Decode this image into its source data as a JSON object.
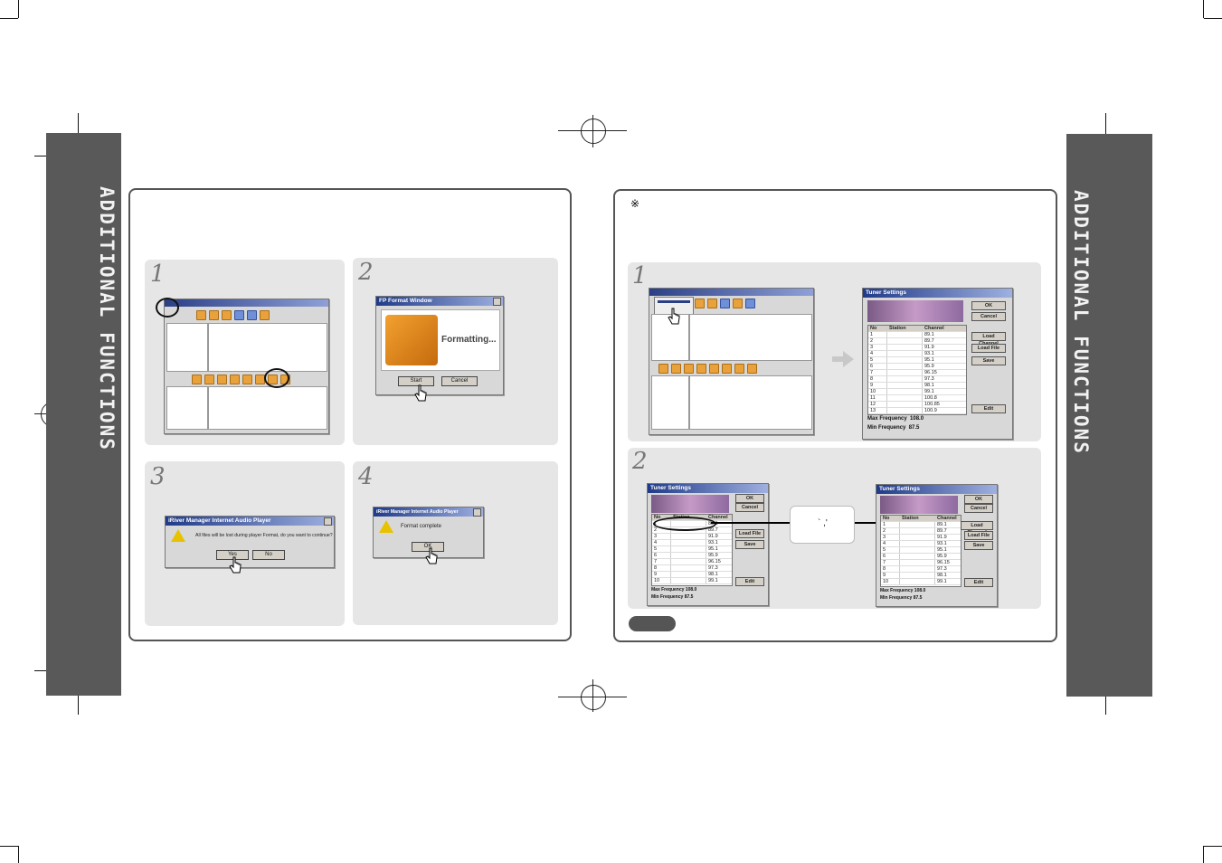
{
  "sidebar": {
    "left_label": "ADDITIONAL FUNCTIONS",
    "right_label": "ADDITIONAL FUNCTIONS"
  },
  "left_frame": {
    "steps": [
      {
        "number": "1"
      },
      {
        "number": "2",
        "dialog_title": "FP Format Window",
        "dialog_text": "Formatting...",
        "buttons": [
          "Start",
          "Cancel"
        ]
      },
      {
        "number": "3",
        "dialog_title": "iRiver Manager Internet Audio Player",
        "dialog_text": "All files will be lost during player Format, do you want to continue?",
        "buttons": [
          "Yes",
          "No"
        ]
      },
      {
        "number": "4",
        "dialog_title": "iRiver Manager Internet Audio Player",
        "dialog_text": "Format complete",
        "buttons": [
          "OK"
        ]
      }
    ]
  },
  "right_frame": {
    "note_symbol": "※",
    "steps": [
      {
        "number": "1"
      },
      {
        "number": "2"
      }
    ],
    "tuner": {
      "title": "Tuner Settings",
      "columns": [
        "No",
        "Station",
        "Channel"
      ],
      "rows": [
        [
          "1",
          "",
          "89.1"
        ],
        [
          "2",
          "",
          "89.7"
        ],
        [
          "3",
          "",
          "91.9"
        ],
        [
          "4",
          "",
          "93.1"
        ],
        [
          "5",
          "",
          "95.1"
        ],
        [
          "6",
          "",
          "95.9"
        ],
        [
          "7",
          "",
          "96.15"
        ],
        [
          "8",
          "",
          "97.3"
        ],
        [
          "9",
          "",
          "98.1"
        ],
        [
          "10",
          "",
          "99.1"
        ],
        [
          "11",
          "",
          "100.8"
        ],
        [
          "12",
          "",
          "100.85"
        ],
        [
          "13",
          "",
          "100.9"
        ]
      ],
      "buttons": [
        "OK",
        "Cancel",
        "Load Channel",
        "Load File",
        "Save",
        "Edit"
      ],
      "max_label": "Max Frequency",
      "max_value": "108.0",
      "min_label": "Min Frequency",
      "min_value": "87.5"
    },
    "callout_text": "` ,'"
  }
}
